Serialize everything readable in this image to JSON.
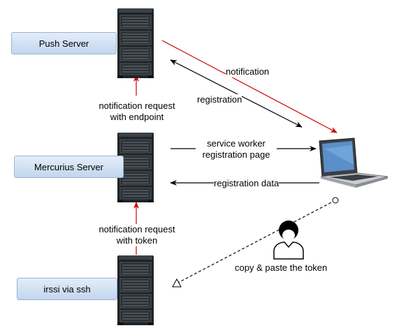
{
  "servers": {
    "push": "Push Server",
    "mercurius": "Mercurius Server",
    "irssi": "irssi via ssh"
  },
  "flows": {
    "notification": "notification",
    "registration": "registration",
    "notification_request_endpoint_line1": "notification request",
    "notification_request_endpoint_line2": "with endpoint",
    "service_worker_line1": "service worker",
    "service_worker_line2": "registration page",
    "registration_data": "registration data",
    "notification_request_token_line1": "notification request",
    "notification_request_token_line2": "with token",
    "copy_paste": "copy & paste the token"
  },
  "colors": {
    "red_arrow": "#cc0000",
    "black_arrow": "#000000",
    "label_fill_top": "#e3edf9",
    "label_fill_bottom": "#c3d6ee"
  },
  "icons": [
    "server-rack-icon",
    "laptop-icon",
    "user-icon"
  ]
}
